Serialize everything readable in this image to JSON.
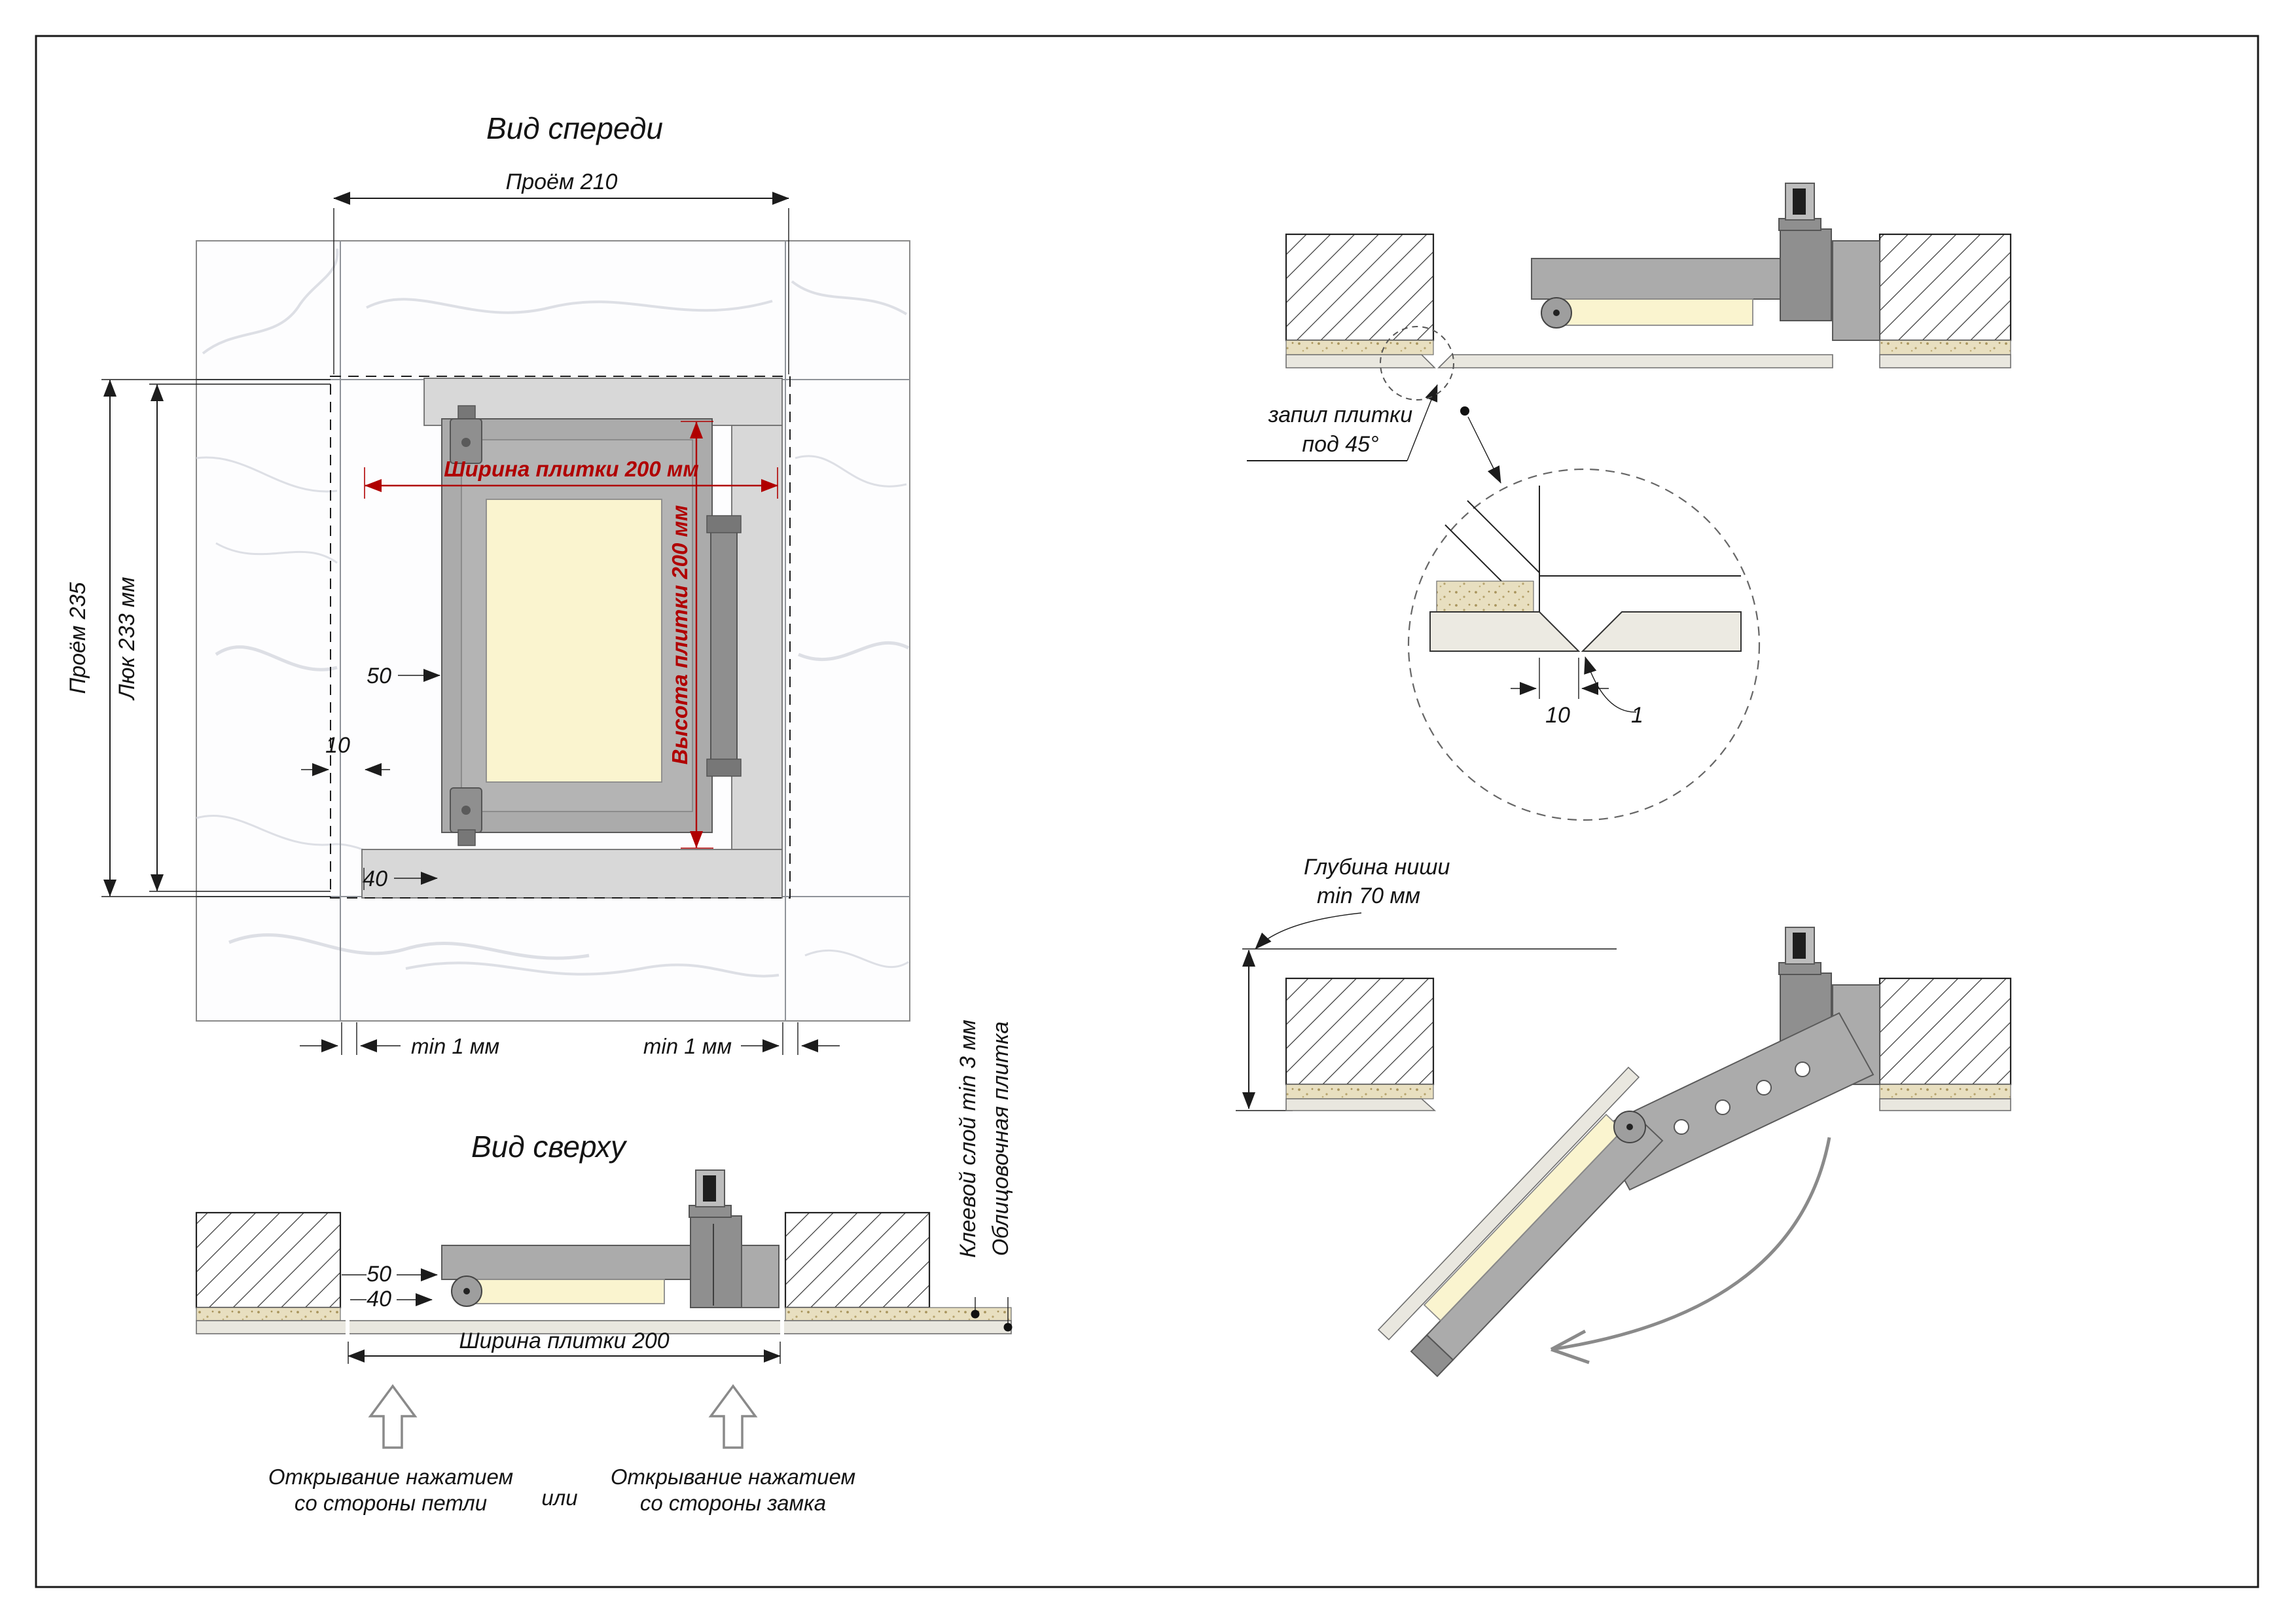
{
  "front_view": {
    "title": "Вид спереди",
    "dim_opening_width": "Проём 210",
    "dim_opening_height": "Проём 235",
    "dim_hatch_height": "Люк 233 мм",
    "dim_tile_width": "Ширина плитки 200 мм",
    "dim_tile_height": "Высота плитки 200 мм",
    "dim_50": "50",
    "dim_10": "10",
    "dim_40": "40",
    "dim_gap_left": "min 1 мм",
    "dim_gap_right": "min 1 мм"
  },
  "top_view": {
    "title": "Вид сверху",
    "dim_50": "50",
    "dim_40": "40",
    "dim_tile_width": "Ширина плитки 200",
    "label_adhesive": "Клеевой слой min 3 мм",
    "label_facing_tile": "Облицовочная плитка",
    "label_open_hinge_1": "Открывание нажатием",
    "label_open_hinge_2": "со стороны петли",
    "label_or": "или",
    "label_open_lock_1": "Открывание нажатием",
    "label_open_lock_2": "со стороны замка"
  },
  "section_closed": {
    "label_cut_1": "запил плитки",
    "label_cut_2": "под 45°",
    "detail_dim_10": "10",
    "detail_dim_1": "1"
  },
  "section_open": {
    "label_depth_1": "Глубина ниши",
    "label_depth_2": "min 70 мм"
  },
  "colors": {
    "dim_red": "#b00000",
    "line": "#1c1c1c",
    "metal_grey": "#ababab",
    "panel_cream": "#faf4cf",
    "tile_grey": "#e9e7df",
    "adhesive_beige": "#e8dfc0"
  }
}
